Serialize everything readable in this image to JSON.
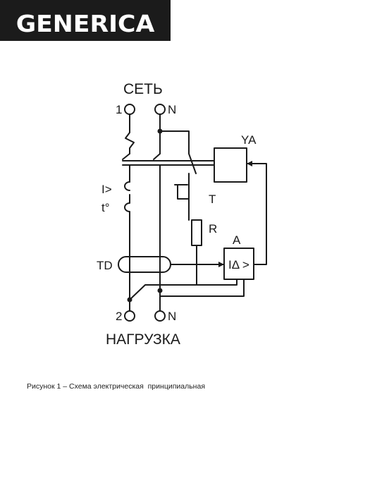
{
  "brand": {
    "logo_text": "GENERICA"
  },
  "diagram": {
    "top_title": "СЕТЬ",
    "bottom_title": "НАГРУЗКА",
    "terminals": {
      "top_phase": "1",
      "top_neutral": "N",
      "bottom_phase": "2",
      "bottom_neutral": "N"
    },
    "labels": {
      "overcurrent": "I>",
      "thermal": "t°",
      "test_button": "T",
      "resistor": "R",
      "transformer": "TD",
      "release": "YA",
      "amplifier": "A",
      "amplifier_symbol": "IΔ >"
    }
  },
  "caption": "Рисунок 1 – Схема электрическая  принципиальная",
  "colors": {
    "brand_bar": "#1b1b1b",
    "ink": "#1a1a1a"
  }
}
